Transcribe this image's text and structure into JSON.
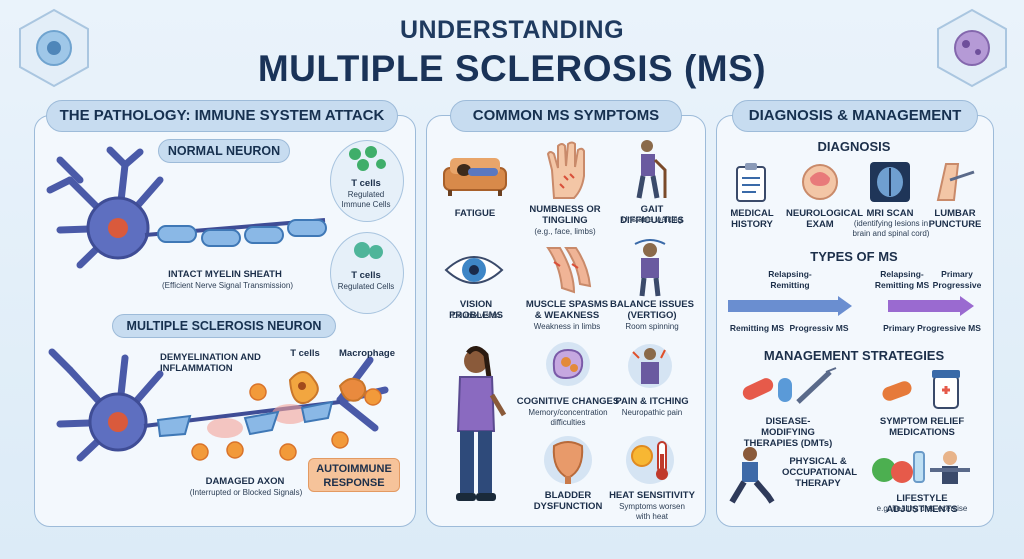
{
  "title": {
    "line1": "UNDERSTANDING",
    "line2": "MULTIPLE SCLEROSIS (MS)"
  },
  "pathology": {
    "header": "THE PATHOLOGY: IMMUNE SYSTEM ATTACK",
    "normal": {
      "title": "NORMAL NEURON",
      "sheath_label": "INTACT MYELIN SHEATH",
      "sheath_sub": "(Efficient Nerve Signal Transmission)",
      "tcells1_title": "T cells",
      "tcells1_sub": "Regulated Immune Cells",
      "tcells2_title": "T cells",
      "tcells2_sub": "Regulated Cells"
    },
    "ms": {
      "title": "MULTIPLE SCLEROSIS NEURON",
      "demyelination": "DEMYELINATION AND INFLAMMATION",
      "tcells": "T cells",
      "macrophage": "Macrophage",
      "axon_label": "DAMAGED AXON",
      "axon_sub": "(Interrupted or Blocked Signals)",
      "autoimmune": "AUTOIMMUNE RESPONSE"
    }
  },
  "symptoms": {
    "header": "COMMON MS SYMPTOMS",
    "items": [
      {
        "title": "FATIGUE",
        "sub": ""
      },
      {
        "title": "NUMBNESS OR TINGLING",
        "sub": "(e.g., face, limbs)"
      },
      {
        "title": "GAIT DIFFICULTIES",
        "sub": "Unstable walking"
      },
      {
        "title": "VISION PROBLEMS",
        "sub": "Double vision"
      },
      {
        "title": "MUSCLE SPASMS & WEAKNESS",
        "sub": "Weakness in limbs"
      },
      {
        "title": "BALANCE ISSUES (VERTIGO)",
        "sub": "Room spinning"
      },
      {
        "title": "COGNITIVE CHANGES",
        "sub": "Memory/concentration difficulties"
      },
      {
        "title": "PAIN & ITCHING",
        "sub": "Neuropathic pain"
      },
      {
        "title": "BLADDER DYSFUNCTION",
        "sub": ""
      },
      {
        "title": "HEAT SENSITIVITY",
        "sub": "Symptoms worsen with heat"
      }
    ]
  },
  "diagnosis": {
    "header": "DIAGNOSIS & MANAGEMENT",
    "diag_title": "DIAGNOSIS",
    "diag_items": [
      {
        "title": "MEDICAL HISTORY",
        "sub": ""
      },
      {
        "title": "NEUROLOGICAL EXAM",
        "sub": ""
      },
      {
        "title": "MRI SCAN",
        "sub": "(identifying lesions in brain and spinal cord)"
      },
      {
        "title": "LUMBAR PUNCTURE",
        "sub": ""
      }
    ],
    "types_title": "TYPES OF MS",
    "types_top": [
      "Relapsing-Remitting",
      "Relapsing-Remitting MS",
      "Primary Progressive"
    ],
    "types_bottom": [
      "Remitting MS",
      "Progressiv MS",
      "Primary Progressive MS"
    ],
    "mgmt_title": "MANAGEMENT STRATEGIES",
    "mgmt_items": [
      {
        "title": "DISEASE-MODIFYING THERAPIES (DMTs)",
        "sub": ""
      },
      {
        "title": "SYMPTOM RELIEF MEDICATIONS",
        "sub": ""
      },
      {
        "title": "PHYSICAL & OCCUPATIONAL THERAPY",
        "sub": ""
      },
      {
        "title": "LIFESTYLE ADJUSTMENTS",
        "sub": "e.g. healthy diet, exercise"
      }
    ]
  }
}
